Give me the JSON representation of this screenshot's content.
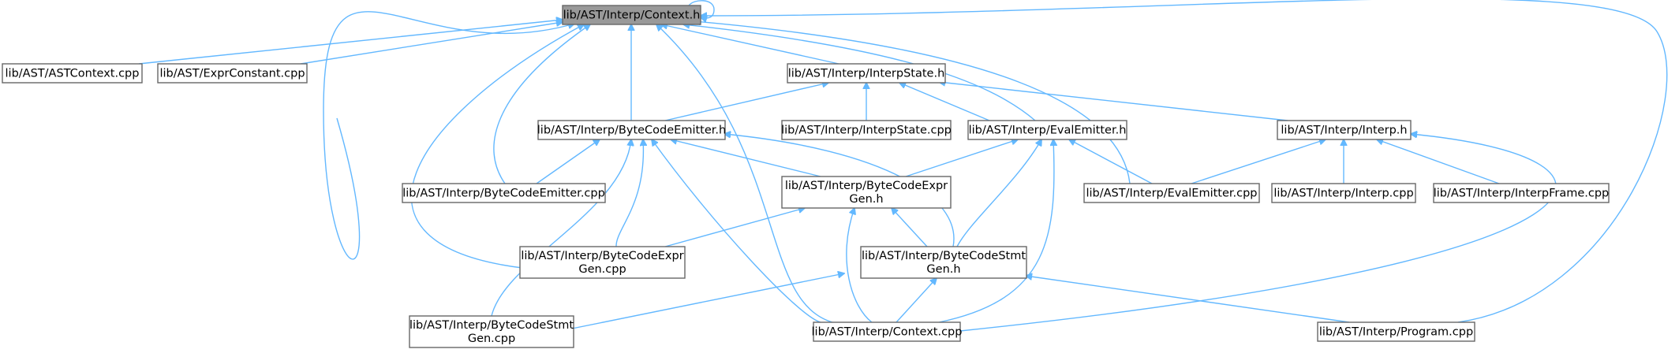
{
  "graph": {
    "title": "",
    "edge_color": "#63b8ff",
    "root_fill": "#999999",
    "nodes": [
      {
        "id": "ctx_h",
        "label": [
          "lib/AST/Interp/Context.h"
        ],
        "root": true
      },
      {
        "id": "astctx",
        "label": [
          "lib/AST/ASTContext.cpp"
        ]
      },
      {
        "id": "exprconst",
        "label": [
          "lib/AST/ExprConstant.cpp"
        ]
      },
      {
        "id": "interpstate_h",
        "label": [
          "lib/AST/Interp/InterpState.h"
        ]
      },
      {
        "id": "bce_h",
        "label": [
          "lib/AST/Interp/ByteCodeEmitter.h"
        ]
      },
      {
        "id": "interpstate_cpp",
        "label": [
          "lib/AST/Interp/InterpState.cpp"
        ]
      },
      {
        "id": "evalem_h",
        "label": [
          "lib/AST/Interp/EvalEmitter.h"
        ]
      },
      {
        "id": "interp_h",
        "label": [
          "lib/AST/Interp/Interp.h"
        ]
      },
      {
        "id": "bce_cpp",
        "label": [
          "lib/AST/Interp/ByteCodeEmitter.cpp"
        ]
      },
      {
        "id": "bcexpr_h",
        "label": [
          "lib/AST/Interp/ByteCodeExpr",
          "Gen.h"
        ]
      },
      {
        "id": "evalem_cpp",
        "label": [
          "lib/AST/Interp/EvalEmitter.cpp"
        ]
      },
      {
        "id": "interp_cpp",
        "label": [
          "lib/AST/Interp/Interp.cpp"
        ]
      },
      {
        "id": "interpframe_cpp",
        "label": [
          "lib/AST/Interp/InterpFrame.cpp"
        ]
      },
      {
        "id": "bcexpr_cpp",
        "label": [
          "lib/AST/Interp/ByteCodeExpr",
          "Gen.cpp"
        ]
      },
      {
        "id": "bcstmt_h",
        "label": [
          "lib/AST/Interp/ByteCodeStmt",
          "Gen.h"
        ]
      },
      {
        "id": "bcstmt_cpp",
        "label": [
          "lib/AST/Interp/ByteCodeStmt",
          "Gen.cpp"
        ]
      },
      {
        "id": "ctx_cpp",
        "label": [
          "lib/AST/Interp/Context.cpp"
        ]
      },
      {
        "id": "program_cpp",
        "label": [
          "lib/AST/Interp/Program.cpp"
        ]
      }
    ],
    "edges": [
      {
        "from": "ctx_h",
        "to": "ctx_h"
      },
      {
        "from": "ctx_h",
        "to": "astctx"
      },
      {
        "from": "ctx_h",
        "to": "exprconst"
      },
      {
        "from": "ctx_h",
        "to": "interpstate_h"
      },
      {
        "from": "ctx_h",
        "to": "bce_h"
      },
      {
        "from": "ctx_h",
        "to": "evalem_h"
      },
      {
        "from": "ctx_h",
        "to": "bce_cpp"
      },
      {
        "from": "ctx_h",
        "to": "bcexpr_cpp"
      },
      {
        "from": "ctx_h",
        "to": "bcstmt_cpp"
      },
      {
        "from": "ctx_h",
        "to": "ctx_cpp"
      },
      {
        "from": "ctx_h",
        "to": "evalem_cpp"
      },
      {
        "from": "ctx_h",
        "to": "program_cpp"
      },
      {
        "from": "interpstate_h",
        "to": "bce_h"
      },
      {
        "from": "interpstate_h",
        "to": "interpstate_cpp"
      },
      {
        "from": "interpstate_h",
        "to": "evalem_h"
      },
      {
        "from": "interpstate_h",
        "to": "interp_h"
      },
      {
        "from": "bce_h",
        "to": "bce_cpp"
      },
      {
        "from": "bce_h",
        "to": "bcexpr_h"
      },
      {
        "from": "bce_h",
        "to": "bcexpr_cpp"
      },
      {
        "from": "bce_h",
        "to": "bcstmt_h"
      },
      {
        "from": "bce_h",
        "to": "bcstmt_cpp"
      },
      {
        "from": "bce_h",
        "to": "ctx_cpp"
      },
      {
        "from": "evalem_h",
        "to": "bcexpr_h"
      },
      {
        "from": "evalem_h",
        "to": "evalem_cpp"
      },
      {
        "from": "evalem_h",
        "to": "bcstmt_h"
      },
      {
        "from": "evalem_h",
        "to": "ctx_cpp"
      },
      {
        "from": "interp_h",
        "to": "evalem_cpp"
      },
      {
        "from": "interp_h",
        "to": "interp_cpp"
      },
      {
        "from": "interp_h",
        "to": "interpframe_cpp"
      },
      {
        "from": "interp_h",
        "to": "ctx_cpp"
      },
      {
        "from": "bcexpr_h",
        "to": "bcexpr_cpp"
      },
      {
        "from": "bcexpr_h",
        "to": "bcstmt_h"
      },
      {
        "from": "bcexpr_h",
        "to": "ctx_cpp"
      },
      {
        "from": "bcstmt_h",
        "to": "bcstmt_cpp"
      },
      {
        "from": "bcstmt_h",
        "to": "ctx_cpp"
      },
      {
        "from": "bcstmt_h",
        "to": "program_cpp"
      }
    ]
  }
}
